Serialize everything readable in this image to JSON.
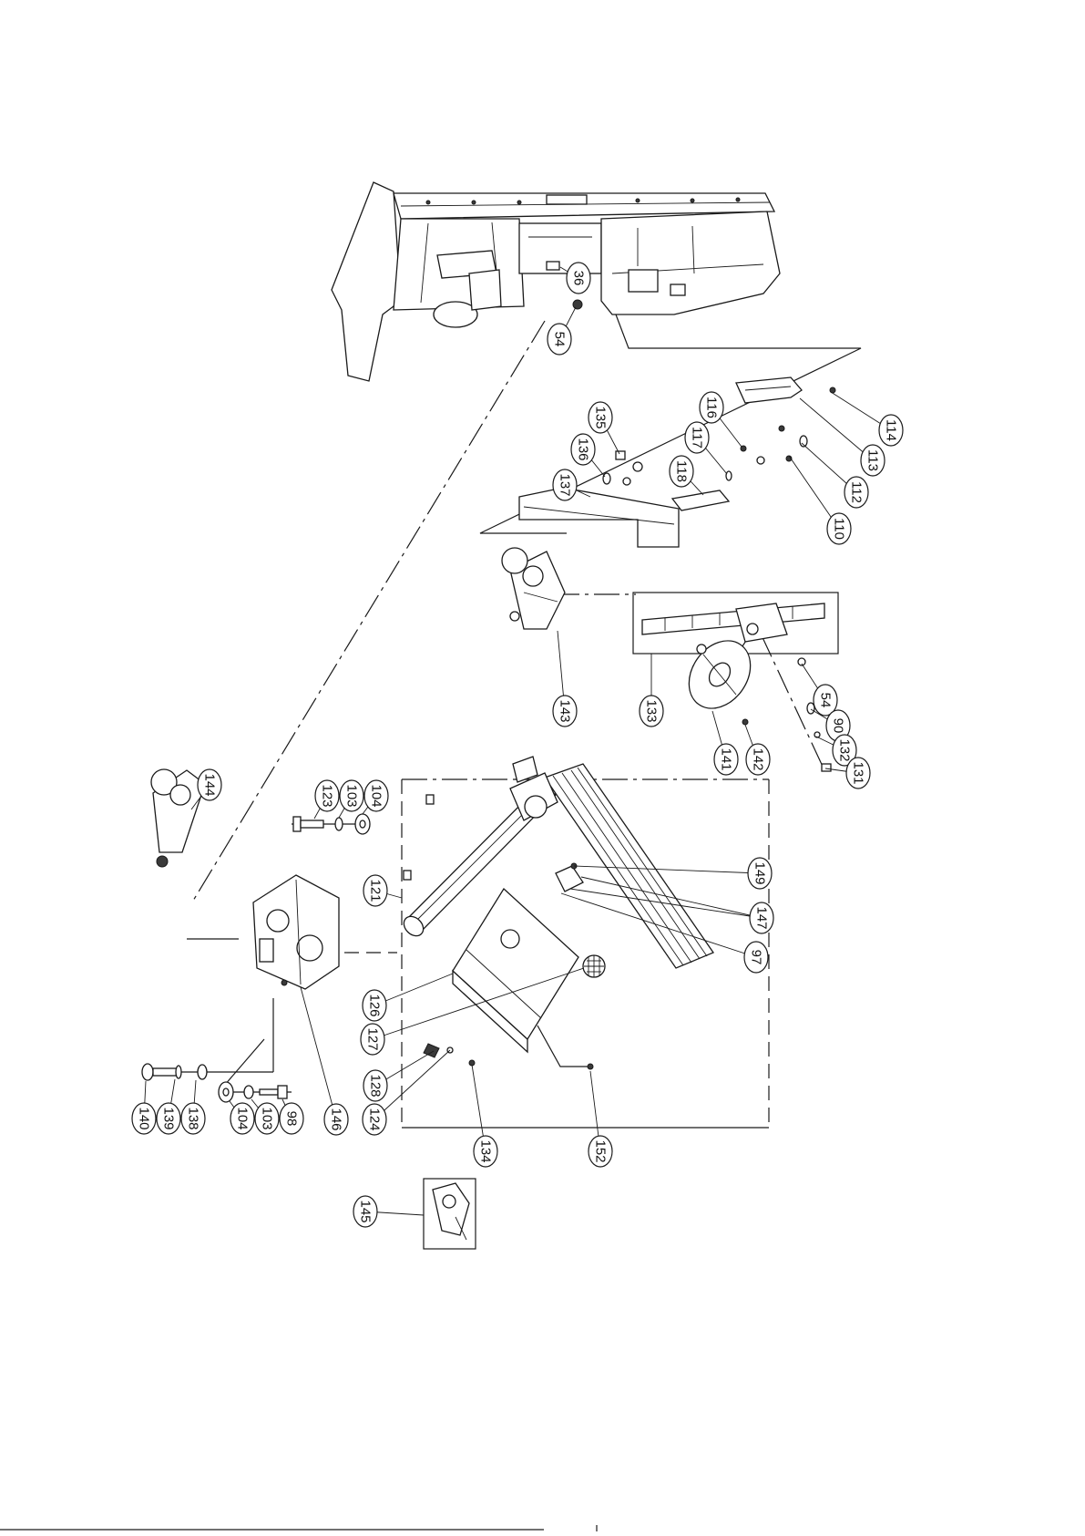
{
  "callouts": [
    "36",
    "54",
    "114",
    "113",
    "112",
    "110",
    "116",
    "117",
    "118",
    "135",
    "136",
    "137",
    "143",
    "133",
    "54",
    "90",
    "132",
    "131",
    "141",
    "142",
    "144",
    "123",
    "103",
    "104",
    "121",
    "149",
    "147",
    "97",
    "126",
    "127",
    "128",
    "124",
    "134",
    "152",
    "140",
    "139",
    "138",
    "104",
    "103",
    "98",
    "146",
    "145"
  ],
  "colors": {
    "line": "#1a1a1a",
    "background": "#ffffff"
  }
}
